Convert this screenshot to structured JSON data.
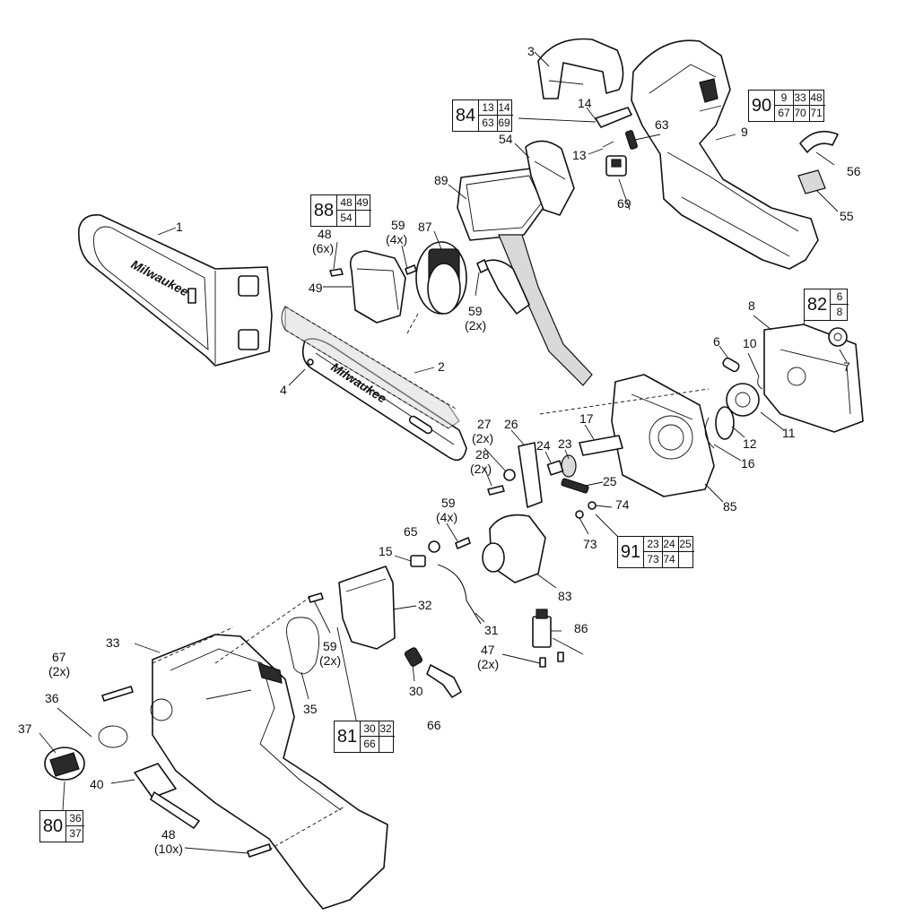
{
  "callouts": {
    "c1": "1",
    "c2": "2",
    "c3": "3",
    "c4": "4",
    "c6": "6",
    "c7": "7",
    "c8": "8",
    "c9": "9",
    "c10": "10",
    "c11": "11",
    "c12": "12",
    "c13": "13",
    "c14": "14",
    "c15": "15",
    "c16": "16",
    "c17": "17",
    "c23": "23",
    "c24": "24",
    "c25": "25",
    "c26": "26",
    "c27": "27",
    "c27q": "(2x)",
    "c28": "28",
    "c28q": "(2x)",
    "c30": "30",
    "c31": "31",
    "c32": "32",
    "c33": "33",
    "c35": "35",
    "c36": "36",
    "c37": "37",
    "c40": "40",
    "c47": "47",
    "c47q": "(2x)",
    "c48a": "48",
    "c48aq": "(6x)",
    "c48b": "48",
    "c48bq": "(10x)",
    "c49": "49",
    "c54": "54",
    "c55": "55",
    "c56": "56",
    "c59a": "59",
    "c59aq": "(4x)",
    "c59b": "59",
    "c59bq": "(2x)",
    "c59c": "59",
    "c59cq": "(4x)",
    "c59d": "59",
    "c59dq": "(2x)",
    "c63": "63",
    "c65": "65",
    "c66": "66",
    "c67": "67",
    "c67q": "(2x)",
    "c69": "69",
    "c73": "73",
    "c74": "74",
    "c83": "83",
    "c85": "85",
    "c86": "86",
    "c87": "87",
    "c89": "89"
  },
  "kits": {
    "k84": {
      "number": "84",
      "row1": [
        "13",
        "14"
      ],
      "row2": [
        "63",
        "69"
      ]
    },
    "k90": {
      "number": "90",
      "row1": [
        "9",
        "33",
        "48"
      ],
      "row2": [
        "67",
        "70",
        "71"
      ]
    },
    "k88": {
      "number": "88",
      "row1": [
        "48",
        "49"
      ],
      "row2": [
        "54",
        ""
      ]
    },
    "k82": {
      "number": "82",
      "row1": [
        "6"
      ],
      "row2": [
        "8"
      ]
    },
    "k91": {
      "number": "91",
      "row1": [
        "23",
        "24",
        "25"
      ],
      "row2": [
        "73",
        "74",
        ""
      ]
    },
    "k81": {
      "number": "81",
      "row1": [
        "30",
        "32"
      ],
      "row2": [
        "66",
        ""
      ]
    },
    "k80": {
      "number": "80",
      "row1": [
        "36"
      ],
      "row2": [
        "37"
      ]
    }
  }
}
